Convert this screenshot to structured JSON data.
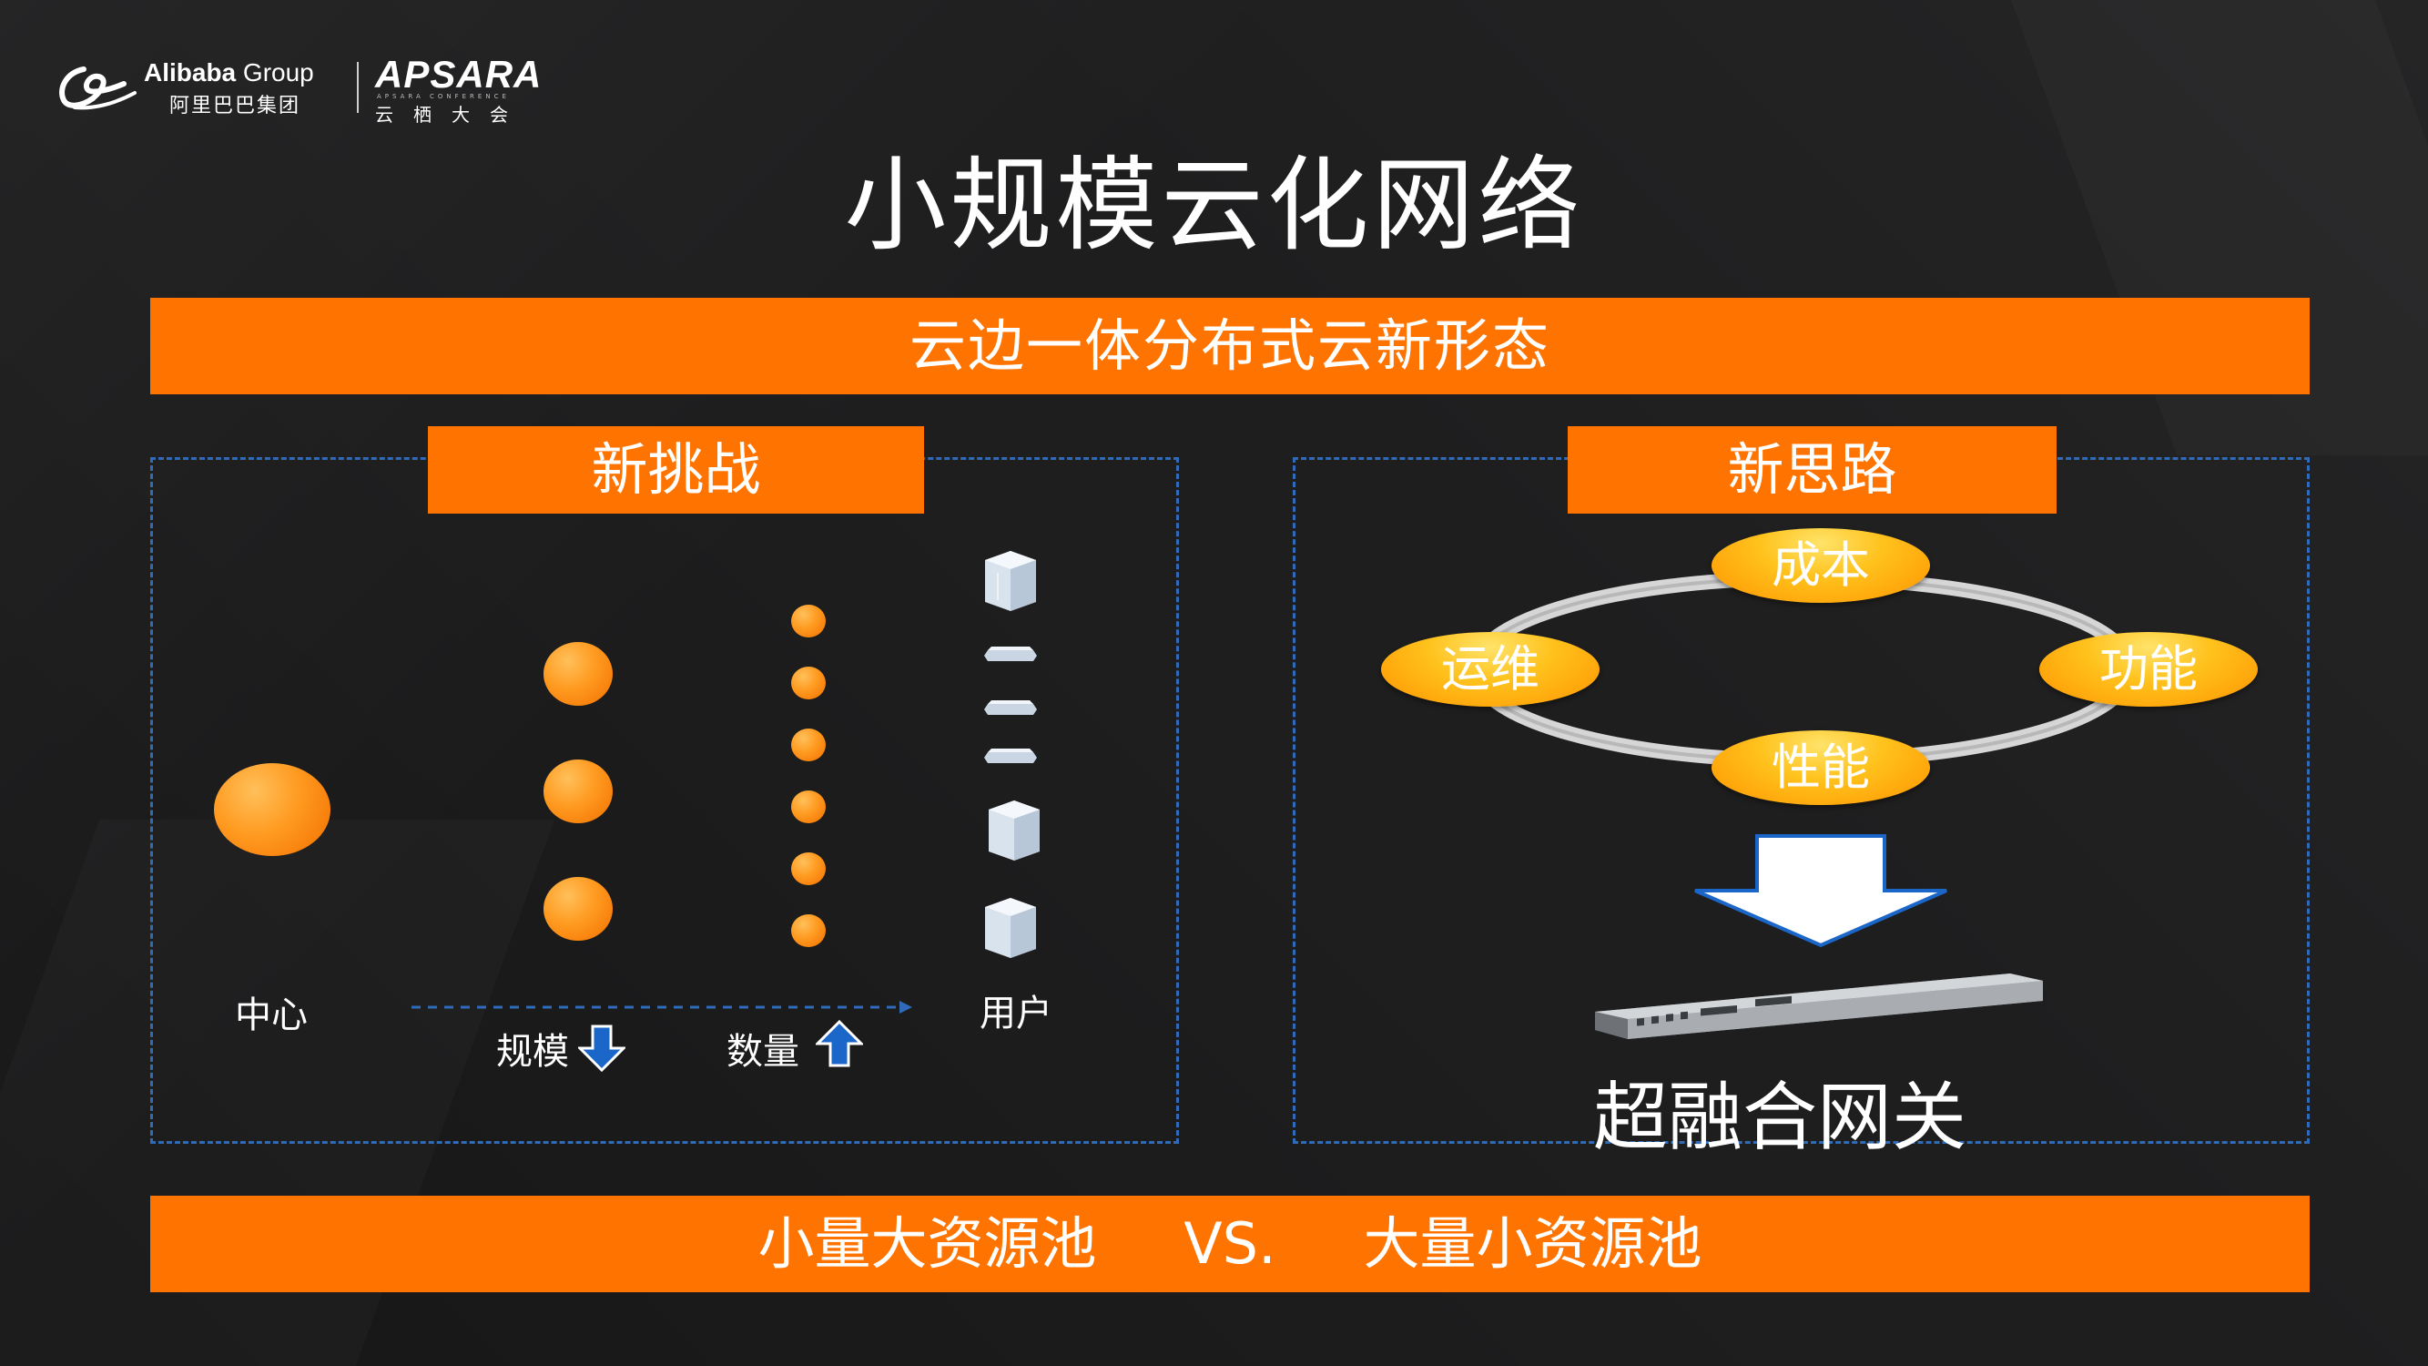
{
  "header": {
    "alibaba_logo": {
      "name_bold": "Alibaba",
      "name_rest": " Group",
      "cn": "阿里巴巴集团"
    },
    "apsara_logo": {
      "word": "APSARA",
      "sub": "APSARA CONFERENCE",
      "cn": "云栖大会"
    }
  },
  "title": "小规模云化网络",
  "top_banner": "云边一体分布式云新形态",
  "left_panel": {
    "tag": "新挑战",
    "label_center": "中心",
    "label_user": "用户",
    "label_scale": "规模",
    "label_count": "数量"
  },
  "right_panel": {
    "tag": "新思路",
    "pill_cost": "成本",
    "pill_ops": "运维",
    "pill_func": "功能",
    "pill_perf": "性能",
    "gateway_label": "超融合网关"
  },
  "bottom_banner": {
    "left": "小量大资源池",
    "vs": "VS.",
    "right": "大量小资源池"
  },
  "colors": {
    "accent": "#ff7300",
    "background": "#1e1e1f",
    "dashed_border": "#2f6bb8",
    "arrow_blue": "#1b66c9"
  }
}
